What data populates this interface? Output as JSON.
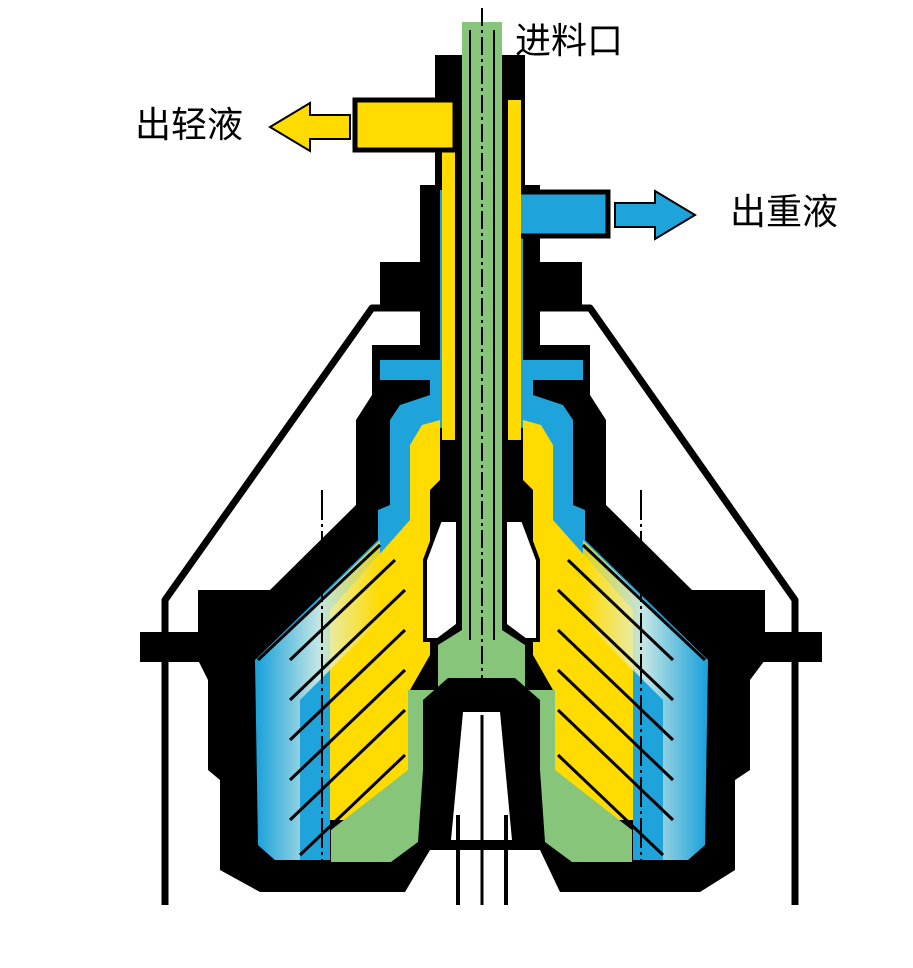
{
  "labels": {
    "feed_inlet": "进料口",
    "light_liquid_outlet": "出轻液",
    "heavy_liquid_outlet": "出重液"
  },
  "colors": {
    "feed": "#86C57A",
    "light_liquid": "#FFDB00",
    "heavy_liquid": "#1FA3DB",
    "body": "#000000",
    "background": "#FFFFFF"
  }
}
